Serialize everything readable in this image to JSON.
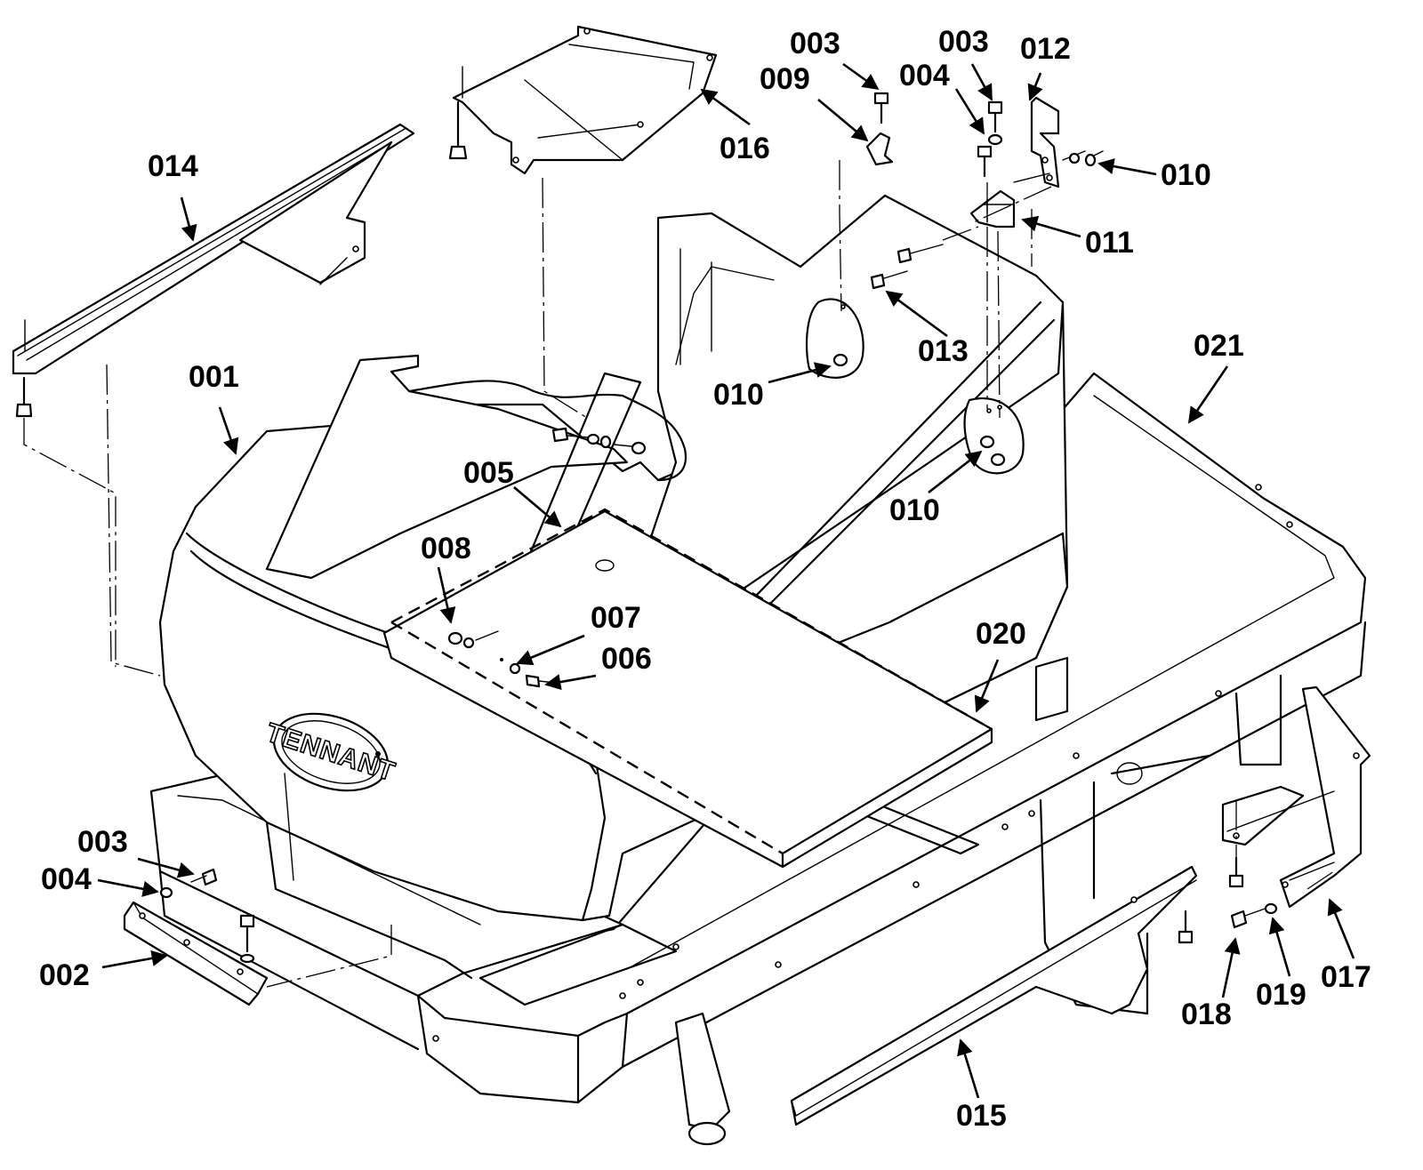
{
  "brand": {
    "logo_text": "TENNANT"
  },
  "callouts": [
    {
      "id": "c001",
      "label": "001"
    },
    {
      "id": "c002",
      "label": "002"
    },
    {
      "id": "c003a",
      "label": "003"
    },
    {
      "id": "c003b",
      "label": "003"
    },
    {
      "id": "c003c",
      "label": "003"
    },
    {
      "id": "c004a",
      "label": "004"
    },
    {
      "id": "c004b",
      "label": "004"
    },
    {
      "id": "c005",
      "label": "005"
    },
    {
      "id": "c006",
      "label": "006"
    },
    {
      "id": "c007",
      "label": "007"
    },
    {
      "id": "c008",
      "label": "008"
    },
    {
      "id": "c009",
      "label": "009"
    },
    {
      "id": "c010a",
      "label": "010"
    },
    {
      "id": "c010b",
      "label": "010"
    },
    {
      "id": "c010c",
      "label": "010"
    },
    {
      "id": "c011",
      "label": "011"
    },
    {
      "id": "c012",
      "label": "012"
    },
    {
      "id": "c013",
      "label": "013"
    },
    {
      "id": "c014",
      "label": "014"
    },
    {
      "id": "c015",
      "label": "015"
    },
    {
      "id": "c016",
      "label": "016"
    },
    {
      "id": "c017",
      "label": "017"
    },
    {
      "id": "c018",
      "label": "018"
    },
    {
      "id": "c019",
      "label": "019"
    },
    {
      "id": "c020",
      "label": "020"
    },
    {
      "id": "c021",
      "label": "021"
    }
  ]
}
